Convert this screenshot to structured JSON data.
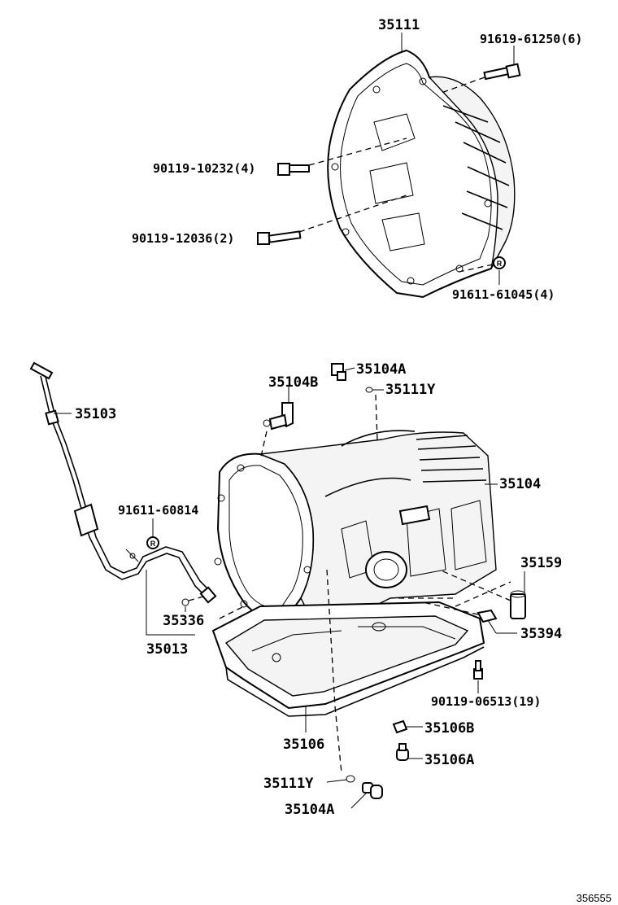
{
  "parts": {
    "p35111": "35111",
    "p91619": "91619-61250(6)",
    "p90119a": "90119-10232(4)",
    "p90119b": "90119-12036(2)",
    "p91611a": "91611-61045(4)",
    "p35104A_top": "35104A",
    "p35104B": "35104B",
    "p35111Y_top": "35111Y",
    "p35103": "35103",
    "p35104": "35104",
    "p91611b": "91611-60814",
    "p35159": "35159",
    "p35336": "35336",
    "p35394": "35394",
    "p35013": "35013",
    "p90119c": "90119-06513(19)",
    "p35106B": "35106B",
    "p35106": "35106",
    "p35106A": "35106A",
    "p35111Y_bot": "35111Y",
    "p35104A_bot": "35104A"
  },
  "ref_number": "356555",
  "icons": {
    "washer_symbol": "circled-R-icon"
  }
}
